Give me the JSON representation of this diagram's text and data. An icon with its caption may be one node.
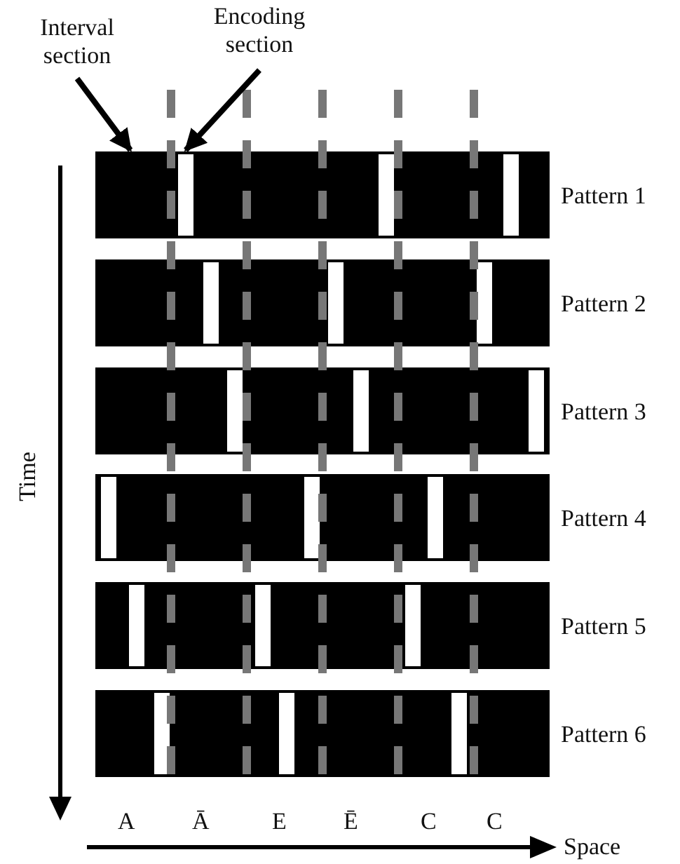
{
  "diagram": {
    "nodes": [
      {
        "text": [
          "Interval section"
        ]
      },
      {
        "text": [
          "Encoding section"
        ]
      },
      {
        "text": [],
        "shape": "bar",
        "beside": [
          "Pattern 1"
        ]
      },
      {
        "text": [],
        "shape": "bar",
        "in": 2
      },
      {
        "text": [],
        "shape": "bar",
        "in": 2
      },
      {
        "text": [],
        "shape": "bar",
        "in": 2
      },
      {
        "text": [],
        "shape": "bar",
        "beside": [
          "Pattern 2"
        ]
      },
      {
        "text": [],
        "shape": "bar",
        "in": 6
      },
      {
        "text": [],
        "shape": "bar",
        "in": 6
      },
      {
        "text": [],
        "shape": "bar",
        "in": 6
      },
      {
        "text": [],
        "shape": "bar",
        "beside": [
          "Pattern 3"
        ]
      },
      {
        "text": [],
        "shape": "bar",
        "in": 10
      },
      {
        "text": [],
        "shape": "bar",
        "in": 10
      },
      {
        "text": [],
        "shape": "bar",
        "in": 10
      },
      {
        "text": [],
        "shape": "bar",
        "beside": [
          "Pattern 4"
        ]
      },
      {
        "text": [],
        "shape": "bar",
        "in": 14
      },
      {
        "text": [],
        "shape": "bar",
        "in": 14
      },
      {
        "text": [],
        "shape": "bar",
        "in": 14
      },
      {
        "text": [],
        "shape": "bar",
        "beside": [
          "Pattern 5"
        ]
      },
      {
        "text": [],
        "shape": "bar",
        "in": 18
      },
      {
        "text": [],
        "shape": "bar",
        "in": 18
      },
      {
        "text": [],
        "shape": "bar",
        "in": 18
      },
      {
        "text": [],
        "shape": "bar",
        "beside": [
          "Pattern 6"
        ]
      },
      {
        "text": [],
        "shape": "bar",
        "in": 22
      },
      {
        "text": [],
        "shape": "bar",
        "in": 22
      },
      {
        "text": [],
        "shape": "bar",
        "in": 22
      }
    ],
    "edges": [
      {
        "from": 0,
        "to": 2,
        "arrow": "to"
      },
      {
        "from": 1,
        "to": 3,
        "arrow": "to"
      }
    ],
    "labels": [
      "Time",
      "A",
      "Ā",
      "E",
      "Ē",
      "C",
      "C",
      "Space"
    ]
  }
}
